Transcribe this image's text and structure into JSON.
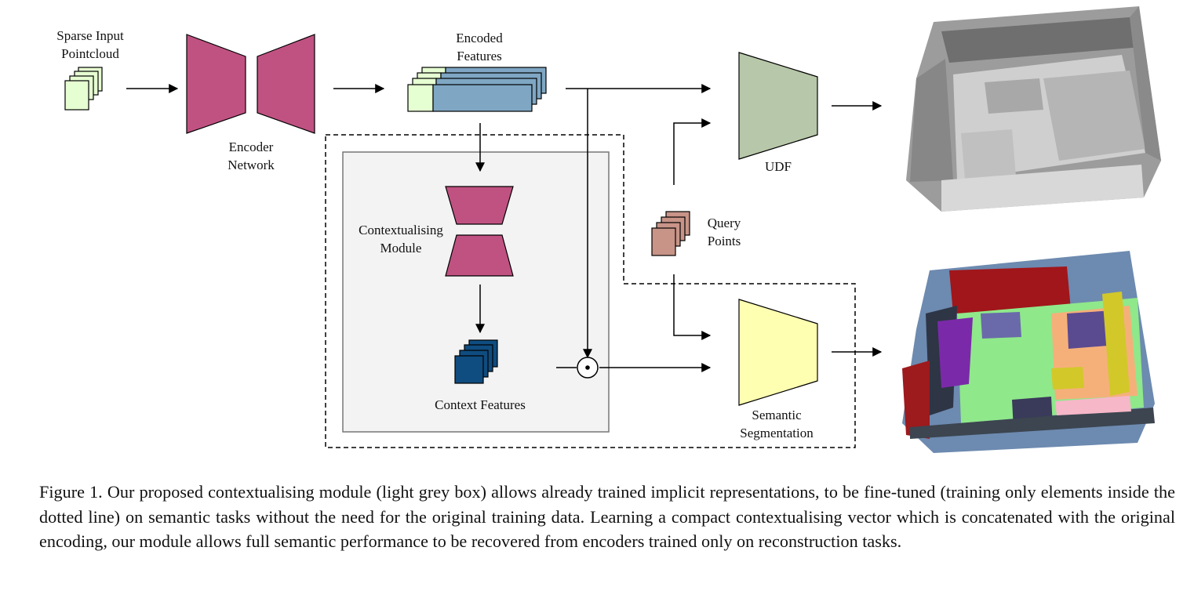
{
  "labels": {
    "sparse_input": [
      "Sparse Input",
      "Pointcloud"
    ],
    "encoder": [
      "Encoder",
      "Network"
    ],
    "encoded_features": [
      "Encoded",
      "Features"
    ],
    "contextualising": [
      "Contextualising",
      "Module"
    ],
    "context_features": "Context Features",
    "query_points": [
      "Query",
      "Points"
    ],
    "udf": "UDF",
    "semantic": [
      "Semantic",
      "Segmentation"
    ],
    "dot_operator": "⊙"
  },
  "caption": {
    "prefix": "Figure 1.",
    "text": "Our proposed contextualising module (light grey box) allows already trained implicit representations, to be fine-tuned (training only elements inside the dotted line) on semantic tasks without the need for the original training data. Learning a compact contextualising vector which is concatenated with the original encoding, our module allows full semantic performance to be recovered from encoders trained only on reconstruction tasks."
  },
  "colors": {
    "encoder": "#c05282",
    "input_cubes": "#e6ffd2",
    "encoded_blue": "#7fa7c4",
    "context_cubes": "#0f4c7f",
    "query_cubes": "#c89488",
    "udf": "#b7c7a9",
    "semantic": "#ffffb2",
    "grey_box": "#f3f3f3"
  },
  "icons": {
    "reconstruction": "room-mesh-grey",
    "segmentation": "room-mesh-semantic"
  }
}
